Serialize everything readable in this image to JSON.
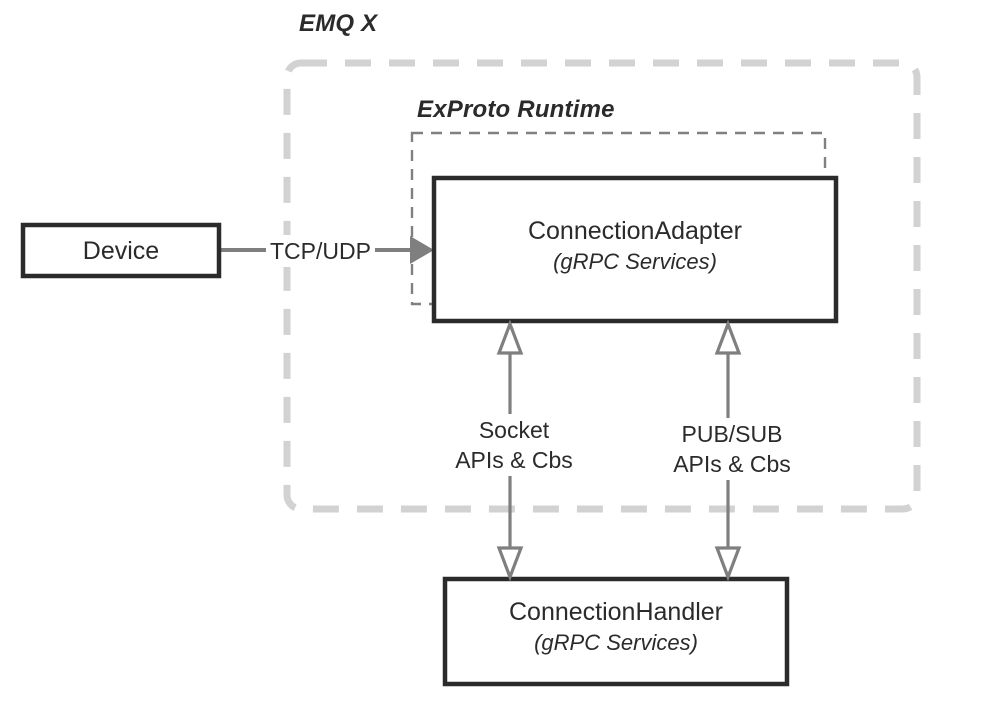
{
  "diagram": {
    "title_groups": [
      {
        "id": "emqx",
        "label": "EMQ X"
      },
      {
        "id": "exproto",
        "label": "ExProto Runtime"
      }
    ],
    "nodes": {
      "device": {
        "title": "Device",
        "subtitle": ""
      },
      "connection_adapter": {
        "title": "ConnectionAdapter",
        "subtitle": "(gRPC Services)"
      },
      "connection_handler": {
        "title": "ConnectionHandler",
        "subtitle": "(gRPC Services)"
      }
    },
    "edges": {
      "device_to_adapter": {
        "label": "TCP/UDP"
      },
      "socket": {
        "line1": "Socket",
        "line2": "APIs & Cbs"
      },
      "pubsub": {
        "line1": "PUB/SUB",
        "line2": "APIs & Cbs"
      }
    },
    "colors": {
      "node_border": "#2b2b2b",
      "node_fill": "#ffffff",
      "text": "#2b2b2b",
      "arrow_gray": "#7f7f7f",
      "emqx_boundary": "#d2d2d2",
      "exproto_boundary": "#808080",
      "background": "#ffffff"
    }
  }
}
